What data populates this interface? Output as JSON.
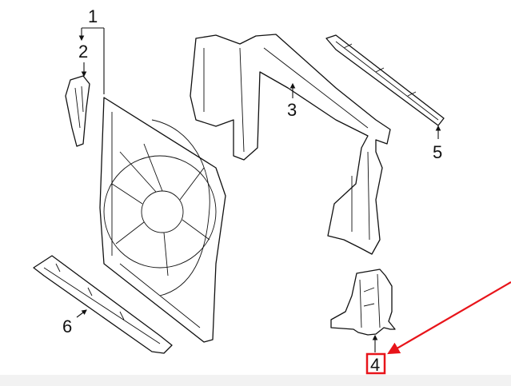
{
  "callouts": [
    {
      "id": "1",
      "text": "1"
    },
    {
      "id": "2",
      "text": "2"
    },
    {
      "id": "3",
      "text": "3"
    },
    {
      "id": "4",
      "text": "4",
      "highlighted": true
    },
    {
      "id": "5",
      "text": "5"
    },
    {
      "id": "6",
      "text": "6"
    }
  ],
  "colors": {
    "highlight": "#e8141a",
    "line": "#111111"
  }
}
